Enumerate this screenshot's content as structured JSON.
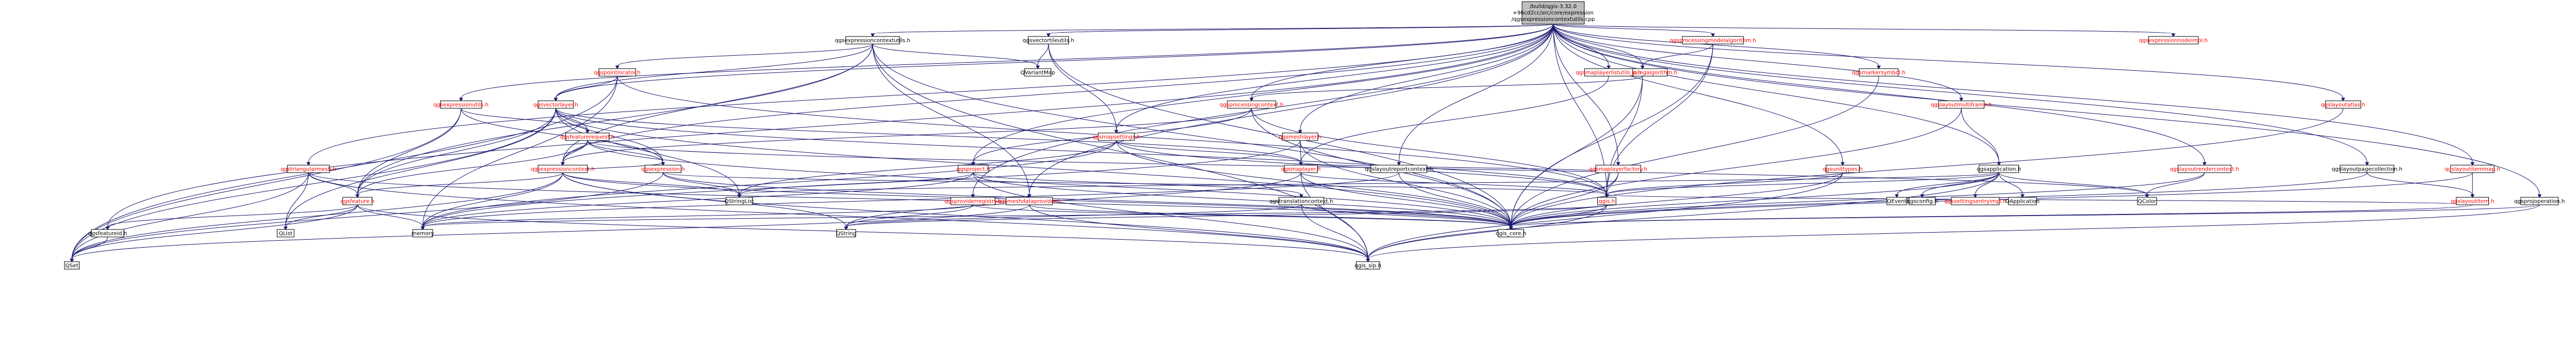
{
  "colors": {
    "root_fill": "#bfbfbf",
    "linked_text": "#ff0000",
    "plain_text": "#000000",
    "system_fill": "#ffffff",
    "edge": "#191970"
  },
  "root": [
    "/build/qgis-3.32.0",
    "+96cd2cc/src/core/expression",
    "/qgsexpressioncontextutils.cpp"
  ],
  "nodes": [
    {
      "id": "root",
      "label": "",
      "red": false
    },
    {
      "id": "ecu_h",
      "label": "qgsexpressioncontextutils.h",
      "red": false
    },
    {
      "id": "vtu_h",
      "label": "qgsvectortileutils.h",
      "red": false
    },
    {
      "id": "ppl_h",
      "label": "qgspointlocator.h",
      "red": true
    },
    {
      "id": "vl_h",
      "label": "qgsvectorlayer.h",
      "red": true
    },
    {
      "id": "eu_h",
      "label": "qgsexpressionutils.h",
      "red": true
    },
    {
      "id": "fr_h",
      "label": "qgsfeaturerequest.h",
      "red": true
    },
    {
      "id": "tm_h",
      "label": "qgstriangularmesh.h",
      "red": true
    },
    {
      "id": "ec_h",
      "label": "qgsexpressioncontext.h",
      "red": true
    },
    {
      "id": "exp_h",
      "label": "qgsexpression.h",
      "red": true
    },
    {
      "id": "feat_h",
      "label": "qgsfeature.h",
      "red": true
    },
    {
      "id": "ff_h",
      "label": "qgsfeatureid.h",
      "red": false
    },
    {
      "id": "qvm",
      "label": "QVariantMap",
      "red": false
    },
    {
      "id": "ms_h",
      "label": "qgsmapsettings.h",
      "red": true
    },
    {
      "id": "proj_h",
      "label": "qgsproject.h",
      "red": true
    },
    {
      "id": "pr_h",
      "label": "qgsproviderregistry.h",
      "red": true
    },
    {
      "id": "mdp_h",
      "label": "qgsmeshdataprovider.h",
      "red": true
    },
    {
      "id": "tc_h",
      "label": "qgstranslationcontext.h",
      "red": false
    },
    {
      "id": "ml_h",
      "label": "qgsmeshlayer.h",
      "red": true
    },
    {
      "id": "maplayer_h",
      "label": "qgsmaplayer.h",
      "red": true
    },
    {
      "id": "pc_h",
      "label": "qgsprocessingcontext.h",
      "red": true
    },
    {
      "id": "pa_h",
      "label": "qgsprocessingalgorithm.h",
      "red": true
    },
    {
      "id": "pma_h",
      "label": "qgsprocessingmodelalgorithm.h",
      "red": true
    },
    {
      "id": "mlu_h",
      "label": "qgsmaplayerlistutils_p.h",
      "red": true
    },
    {
      "id": "lrc_h",
      "label": "qgslayoutreportcontext.h",
      "red": false
    },
    {
      "id": "mlf_h",
      "label": "qgsmaplayerfactory.h",
      "red": true
    },
    {
      "id": "qgis_h",
      "label": "qgis.h",
      "red": true
    },
    {
      "id": "msym_h",
      "label": "qgsmarkersymbol.h",
      "red": true
    },
    {
      "id": "ut_h",
      "label": "qgsunittypes.h",
      "red": true
    },
    {
      "id": "lmf_h",
      "label": "qgslayoutmultiframe.h",
      "red": true
    },
    {
      "id": "app_h",
      "label": "qgsapplication.h",
      "red": false
    },
    {
      "id": "lrctx_h",
      "label": "qgslayoutrendercontext.h",
      "red": true
    },
    {
      "id": "lpc_h",
      "label": "qgslayoutpagecollection.h",
      "red": false
    },
    {
      "id": "lim_h",
      "label": "qgslayoutitemmap.h",
      "red": true
    },
    {
      "id": "li_h",
      "label": "qgslayoutitem.h",
      "red": true
    },
    {
      "id": "emi_h",
      "label": "qgsexpressionnodeimpl.h",
      "red": true
    },
    {
      "id": "la_h",
      "label": "qgslayoutatlas.h",
      "red": true
    },
    {
      "id": "po_h",
      "label": "qgsprojoperation.h",
      "red": false
    },
    {
      "id": "qsl",
      "label": "QStringList",
      "red": false
    },
    {
      "id": "qlist",
      "label": "QList",
      "red": false
    },
    {
      "id": "memory",
      "label": "memory",
      "red": false
    },
    {
      "id": "qstring",
      "label": "QString",
      "red": false
    },
    {
      "id": "qset",
      "label": "QSet",
      "red": false
    },
    {
      "id": "core_h",
      "label": "qgis_core.h",
      "red": false
    },
    {
      "id": "sip_h",
      "label": "qgis_sip.h",
      "red": false
    },
    {
      "id": "qevent",
      "label": "QEvent",
      "red": false
    },
    {
      "id": "config_h",
      "label": "qgsconfig.h",
      "red": false
    },
    {
      "id": "sei_h",
      "label": "qgssettingsentryimpl.h",
      "red": true
    },
    {
      "id": "qapp",
      "label": "QApplication",
      "red": false
    },
    {
      "id": "qcolor",
      "label": "QColor",
      "red": false
    }
  ]
}
